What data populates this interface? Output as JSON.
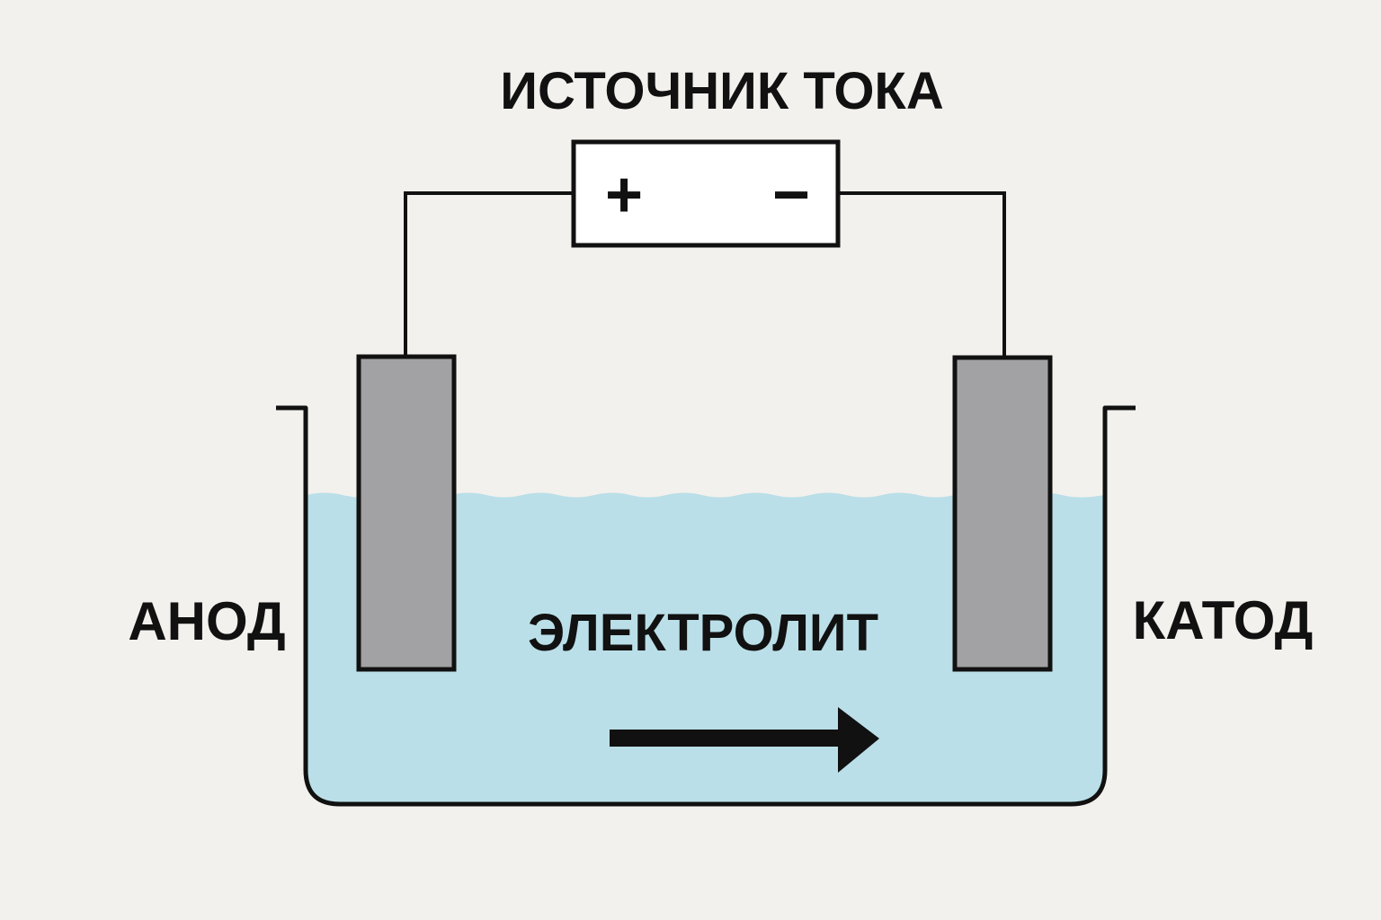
{
  "title": "ИСТОЧНИК ТОКА",
  "power_source": {
    "positive_symbol": "+",
    "negative_symbol": "−"
  },
  "labels": {
    "anode": "АНОД",
    "cathode": "КАТОД",
    "electrolyte": "ЭЛЕКТРОЛИТ"
  },
  "colors": {
    "background": "#f3f1ed",
    "electrolyte": "#badfe8",
    "electrode": "#a2a2a4",
    "line": "#111111",
    "battery_fill": "#ffffff"
  },
  "icons": {
    "arrow": "arrow-right-icon"
  }
}
